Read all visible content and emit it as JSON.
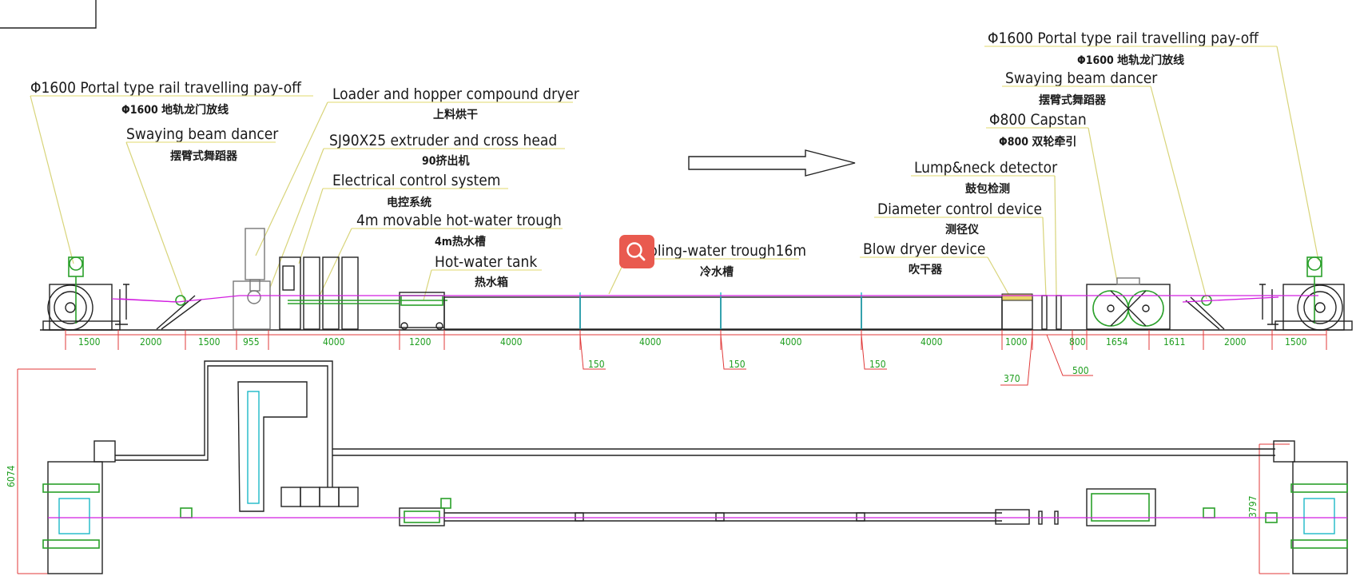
{
  "labels": {
    "payoff_left_en": "Φ1600 Portal type rail travelling pay-off",
    "payoff_left_zh": "Φ1600 地轨龙门放线",
    "dancer_left_en": "Swaying beam dancer",
    "dancer_left_zh": "摆臂式舞蹈器",
    "loader_en": "Loader and hopper compound dryer",
    "loader_zh": "上料烘干",
    "extruder_en": "SJ90X25 extruder and cross head",
    "extruder_zh": "90挤出机",
    "control_en": "Electrical control system",
    "control_zh": "电控系统",
    "trough4_en": "4m movable hot-water trough",
    "trough4_zh": "4m热水槽",
    "hottank_en": "Hot-water tank",
    "hottank_zh": "热水箱",
    "cooling_en": "Cooling-water trough16m",
    "cooling_zh": "冷水槽",
    "blow_en": "Blow dryer device",
    "blow_zh": "吹干器",
    "diameter_en": "Diameter control device",
    "diameter_zh": "测径仪",
    "lump_en": "Lump&neck detector",
    "lump_zh": "鼓包检测",
    "capstan_en": "Φ800 Capstan",
    "capstan_zh": "Φ800 双轮牵引",
    "dancer_right_en": "Swaying beam dancer",
    "dancer_right_zh": "摆臂式舞蹈器",
    "payoff_right_en": "Φ1600 Portal type rail travelling pay-off",
    "payoff_right_zh": "Φ1600 地轨龙门放线"
  },
  "dimensions": {
    "d1": "1500",
    "d2": "2000",
    "d3": "1500",
    "d4": "955",
    "d5": "4000",
    "d6": "1200",
    "d7": "4000",
    "d8": "4000",
    "d9": "4000",
    "d10": "4000",
    "d11": "1000",
    "d12": "800",
    "d13": "1654",
    "d14": "1611",
    "d15": "2000",
    "d16": "1500",
    "gap1": "150",
    "gap2": "150",
    "gap3": "150",
    "gap4": "370",
    "gap5": "500",
    "height_left": "6074",
    "height_right": "3797"
  },
  "colors": {
    "zoom_button": "#e95a4f",
    "line_magenta": "#d21ee0",
    "dimension_green": "#1f9e1f",
    "leader_yellow": "#d8d47a"
  },
  "icons": {
    "zoom": "magnifier-icon"
  }
}
